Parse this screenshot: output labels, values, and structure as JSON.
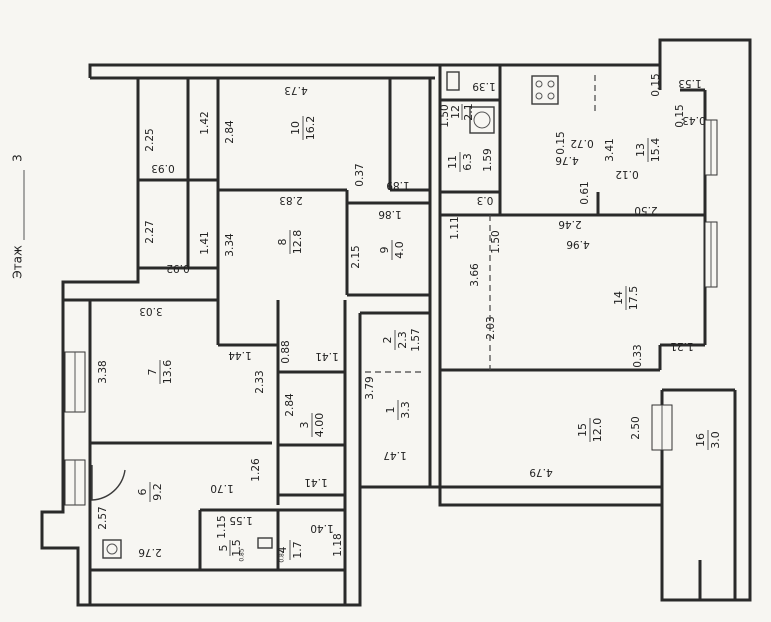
{
  "floor": {
    "label": "Этаж",
    "number": "3"
  },
  "rooms": [
    {
      "id": "1",
      "area": "3.3"
    },
    {
      "id": "2",
      "area": "2.3"
    },
    {
      "id": "3",
      "area": "4.00"
    },
    {
      "id": "4",
      "area": "1.7"
    },
    {
      "id": "5",
      "area": "1.5"
    },
    {
      "id": "6",
      "area": "9.2"
    },
    {
      "id": "7",
      "area": "13.6"
    },
    {
      "id": "8",
      "area": "12.8"
    },
    {
      "id": "9",
      "area": "4.0"
    },
    {
      "id": "10",
      "area": "16.2"
    },
    {
      "id": "11",
      "area": "6.3"
    },
    {
      "id": "12",
      "area": "2.1"
    },
    {
      "id": "13",
      "area": "15.4"
    },
    {
      "id": "14",
      "area": "17.5"
    },
    {
      "id": "15",
      "area": "12.0"
    },
    {
      "id": "16",
      "area": "3.0"
    }
  ],
  "dimensions": {
    "d_4_73": "4.73",
    "d_2_84_r10": "2.84",
    "d_1_42": "1.42",
    "d_2_25": "2.25",
    "d_0_93": "0.93",
    "d_0_37": "0.37",
    "d_1_89": "1.89",
    "d_2_83": "2.83",
    "d_3_34": "3.34",
    "d_1_41_a": "1.41",
    "d_2_27": "2.27",
    "d_0_92": "0.92",
    "d_1_86": "1.86",
    "d_2_15": "2.15",
    "d_3_03": "3.03",
    "d_3_38": "3.38",
    "d_1_44": "1.44",
    "d_2_33": "2.33",
    "d_0_88": "0.88",
    "d_1_41_b": "1.41",
    "d_1_57": "1.57",
    "d_3_79": "3.79",
    "d_2_84_r3": "2.84",
    "d_1_47": "1.47",
    "d_1_26": "1.26",
    "d_1_70": "1.70",
    "d_1_41_c": "1.41",
    "d_2_57": "2.57",
    "d_2_76": "2.76",
    "d_1_15": "1.15",
    "d_1_55": "1.55",
    "d_0_85": "0.85",
    "d_1_40": "1.40",
    "d_1_18": "1.18",
    "d_0_87": "0.87",
    "d_1_39": "1.39",
    "d_1_50_a": "1.50",
    "d_1_59": "1.59",
    "d_0_3": "0.3",
    "d_1_11": "1.11",
    "d_0_15_a": "0.15",
    "d_1_53": "1.53",
    "d_0_15_b": "0.15",
    "d_0_15_c": "0.15",
    "d_0_43": "0.43",
    "d_3_41": "3.41",
    "d_0_72": "0.72",
    "d_4_76": "4.76",
    "d_0_12": "0.12",
    "d_0_61": "0.61",
    "d_2_46": "2.46",
    "d_2_50_a": "2.50",
    "d_1_50_b": "1.50",
    "d_4_96": "4.96",
    "d_3_66": "3.66",
    "d_2_03": "2.03",
    "d_0_33": "0.33",
    "d_1_21": "1.21",
    "d_2_50_b": "2.50",
    "d_4_79": "4.79"
  }
}
